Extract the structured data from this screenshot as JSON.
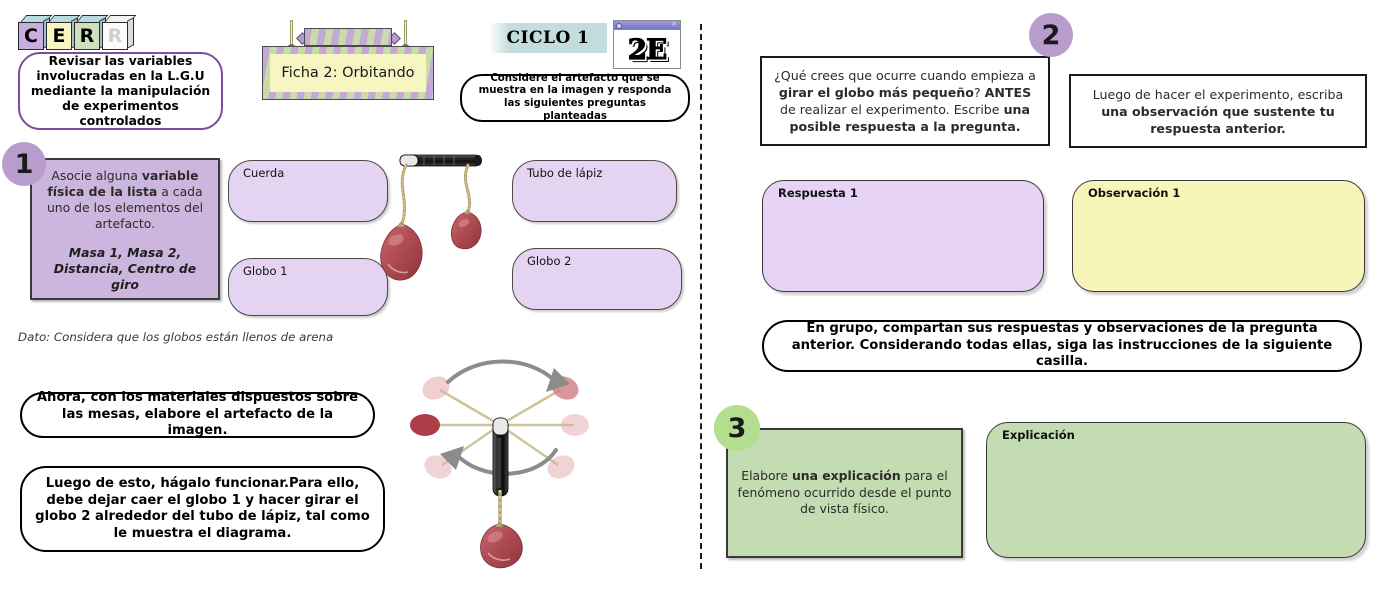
{
  "header": {
    "logo_letters": [
      "C",
      "E",
      "R",
      "R"
    ],
    "objective": "Revisar las variables involucradas en la L.G.U mediante la manipulación de experimentos controlados",
    "sheet_title": "Ficha 2: Orbitando",
    "cycle_label": "CICLO 1",
    "grade_badge": "2E",
    "consider_instruction": "Considere el artefacto que se muestra en la imagen y responda las siguientes preguntas planteadas"
  },
  "left_panel": {
    "badge_1": "1",
    "section1_instruction_plain_a": "Asocie alguna ",
    "section1_instruction_bold": "variable física de la lista",
    "section1_instruction_plain_b": " a cada uno de los elementos del artefacto.",
    "section1_variables": "Masa 1, Masa 2, Distancia, Centro de giro",
    "answer_boxes": [
      {
        "label": "Cuerda",
        "value": ""
      },
      {
        "label": "Globo 1",
        "value": ""
      },
      {
        "label": "Tubo de lápiz",
        "value": ""
      },
      {
        "label": "Globo 2",
        "value": ""
      }
    ],
    "dato": "Dato: Considera que los globos están llenos de arena",
    "ahora_instruction": "Ahora, con los materiales dispuestos sobre las mesas, elabore el artefacto de la imagen.",
    "luego_instruction": "Luego de esto, hágalo funcionar.Para ello, debe dejar caer el globo 1 y hacer girar el globo 2 alrededor del tubo de lápiz, tal como le muestra el diagrama."
  },
  "right_panel": {
    "badge_2": "2",
    "badge_3": "3",
    "question_antes": {
      "p1": "¿Qué crees que ocurre cuando empieza a ",
      "b1": "girar el globo más pequeño",
      "p2": "? ",
      "b2": "ANTES",
      "p3": " de realizar el experimento. Escribe ",
      "b3": "una posible respuesta a la pregunta."
    },
    "question_observacion": {
      "p1": "Luego de hacer el experimento, escriba ",
      "b1": "una observación que sustente tu respuesta anterior."
    },
    "region_respuesta_label": "Respuesta 1",
    "region_respuesta_value": "",
    "region_observacion_label": "Observación 1",
    "region_observacion_value": "",
    "grupo_instruction": "En grupo, compartan sus respuestas y observaciones de la pregunta anterior. Considerando todas ellas, siga las instrucciones de la siguiente casilla.",
    "section3": {
      "p1": "Elabore ",
      "b1": "una explicación",
      "p2": " para el fenómeno ocurrido desde el punto de vista físico."
    },
    "region_explicacion_label": "Explicación",
    "region_explicacion_value": ""
  },
  "illustrations": {
    "top_diagram_name": "pencil-tube-with-two-balloons",
    "bottom_diagram_name": "rotating-balloon-around-vertical-pencil-tube"
  },
  "colors": {
    "accent_purple": "#b89ccd",
    "accent_green": "#b5dd8f",
    "panel_purple": "#cdb6dd",
    "panel_green": "#c4dcb2",
    "region_purple": "#e6d3f5",
    "region_yellow": "#f8f5b8",
    "stadium_purple": "#e4d4f2",
    "objective_border": "#7b4f9e",
    "ciclo_bg": "#c3dcdc",
    "sign_yellow": "#f7f5c2"
  }
}
